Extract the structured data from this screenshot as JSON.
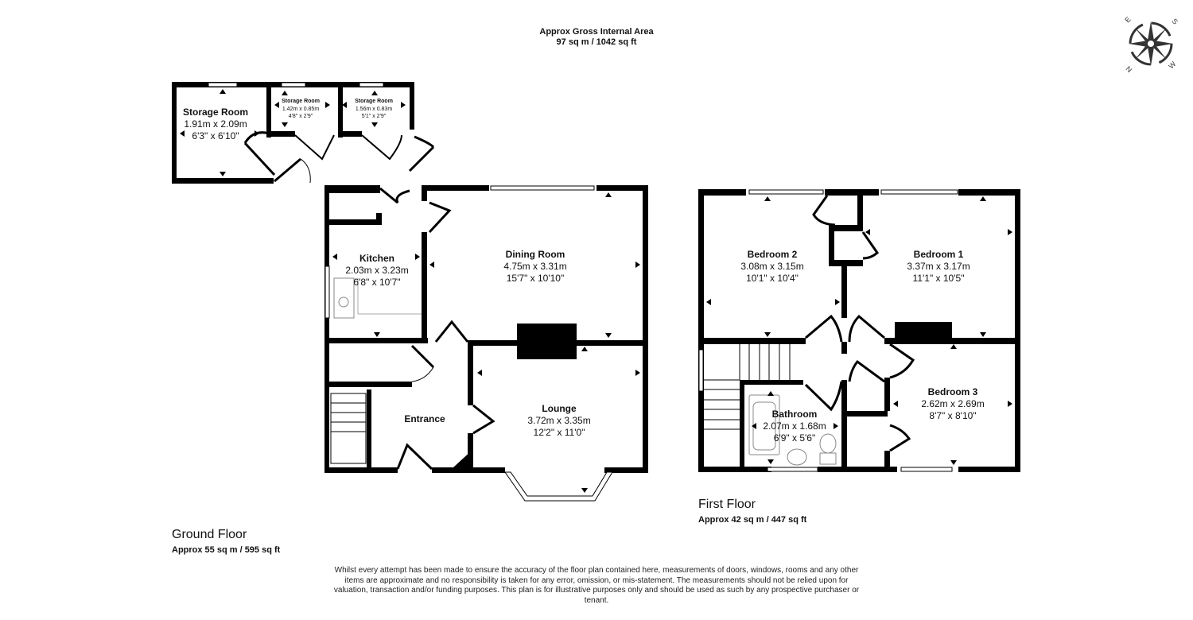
{
  "header": {
    "title": "Approx Gross Internal Area",
    "area": "97 sq m / 1042 sq ft"
  },
  "compass": {
    "icon": "compass-rose-icon",
    "labels": [
      "E",
      "S",
      "N",
      "W"
    ]
  },
  "ground_floor": {
    "name": "Ground Floor",
    "area": "Approx 55 sq m / 595 sq ft",
    "rooms": [
      {
        "name": "Storage Room",
        "metric": "1.91m x 2.09m",
        "imperial": "6'3\" x 6'10\""
      },
      {
        "name": "Storage Room",
        "metric": "1.42m x 0.85m",
        "imperial": "4'8\" x 2'9\""
      },
      {
        "name": "Storage Room",
        "metric": "1.56m x 0.83m",
        "imperial": "5'1\" x 2'9\""
      },
      {
        "name": "Kitchen",
        "metric": "2.03m x 3.23m",
        "imperial": "6'8\" x 10'7\""
      },
      {
        "name": "Dining Room",
        "metric": "4.75m x 3.31m",
        "imperial": "15'7\" x 10'10\""
      },
      {
        "name": "Entrance"
      },
      {
        "name": "Lounge",
        "metric": "3.72m x 3.35m",
        "imperial": "12'2\" x 11'0\""
      }
    ]
  },
  "first_floor": {
    "name": "First Floor",
    "area": "Approx 42 sq m / 447 sq ft",
    "rooms": [
      {
        "name": "Bedroom 2",
        "metric": "3.08m x 3.15m",
        "imperial": "10'1\" x 10'4\""
      },
      {
        "name": "Bedroom 1",
        "metric": "3.37m x 3.17m",
        "imperial": "11'1\" x 10'5\""
      },
      {
        "name": "Bedroom 3",
        "metric": "2.62m x 2.69m",
        "imperial": "8'7\" x 8'10\""
      },
      {
        "name": "Bathroom",
        "metric": "2.07m x 1.68m",
        "imperial": "6'9\" x 5'6\""
      }
    ]
  },
  "disclaimer": "Whilst every attempt has been made to ensure the accuracy of the floor plan contained here, measurements of doors, windows, rooms and any other items are approximate and no responsibility is taken for any error, omission, or mis-statement. The measurements should not be relied upon for valuation, transaction and/or funding purposes. This plan is for illustrative purposes only and should be used as such by any prospective purchaser or tenant."
}
